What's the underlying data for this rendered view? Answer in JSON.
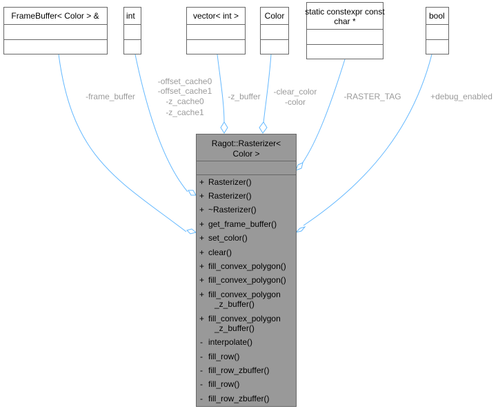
{
  "classes": [
    {
      "id": "framebuffer",
      "title_lines": [
        "FrameBuffer< Color > &"
      ]
    },
    {
      "id": "int",
      "title_lines": [
        "int"
      ]
    },
    {
      "id": "vector",
      "title_lines": [
        "vector< int >"
      ]
    },
    {
      "id": "color",
      "title_lines": [
        "Color"
      ]
    },
    {
      "id": "static",
      "title_lines": [
        "static constexpr const",
        "char *"
      ]
    },
    {
      "id": "bool",
      "title_lines": [
        "bool"
      ]
    }
  ],
  "main_class": {
    "title_lines": [
      "Ragot::Rasterizer<",
      "Color >"
    ],
    "methods": [
      {
        "vis": "+",
        "lines": [
          "Rasterizer()"
        ]
      },
      {
        "vis": "+",
        "lines": [
          "Rasterizer()"
        ]
      },
      {
        "vis": "+",
        "lines": [
          "~Rasterizer()"
        ]
      },
      {
        "vis": "+",
        "lines": [
          "get_frame_buffer()"
        ]
      },
      {
        "vis": "+",
        "lines": [
          "set_color()"
        ]
      },
      {
        "vis": "+",
        "lines": [
          "clear()"
        ]
      },
      {
        "vis": "+",
        "lines": [
          "fill_convex_polygon()"
        ]
      },
      {
        "vis": "+",
        "lines": [
          "fill_convex_polygon()"
        ]
      },
      {
        "vis": "+",
        "lines": [
          "fill_convex_polygon",
          "_z_buffer()"
        ]
      },
      {
        "vis": "+",
        "lines": [
          "fill_convex_polygon",
          "_z_buffer()"
        ]
      },
      {
        "vis": "-",
        "lines": [
          "interpolate()"
        ]
      },
      {
        "vis": "-",
        "lines": [
          "fill_row()"
        ]
      },
      {
        "vis": "-",
        "lines": [
          "fill_row_zbuffer()"
        ]
      },
      {
        "vis": "-",
        "lines": [
          "fill_row()"
        ]
      },
      {
        "vis": "-",
        "lines": [
          "fill_row_zbuffer()"
        ]
      }
    ]
  },
  "edges": [
    {
      "id": "framebuffer",
      "labels": [
        "-frame_buffer"
      ]
    },
    {
      "id": "int",
      "labels": [
        "-offset_cache0",
        "-offset_cache1",
        "-z_cache0",
        "-z_cache1"
      ]
    },
    {
      "id": "vector",
      "labels": [
        "-z_buffer"
      ]
    },
    {
      "id": "color",
      "labels": [
        "-clear_color",
        "-color"
      ]
    },
    {
      "id": "static",
      "labels": [
        "-RASTER_TAG"
      ]
    },
    {
      "id": "bool",
      "labels": [
        "+debug_enabled"
      ]
    }
  ],
  "colors": {
    "edge": "#63b8ff",
    "label": "#9a9a9a",
    "main_fill": "#999999",
    "border": "#666666"
  }
}
